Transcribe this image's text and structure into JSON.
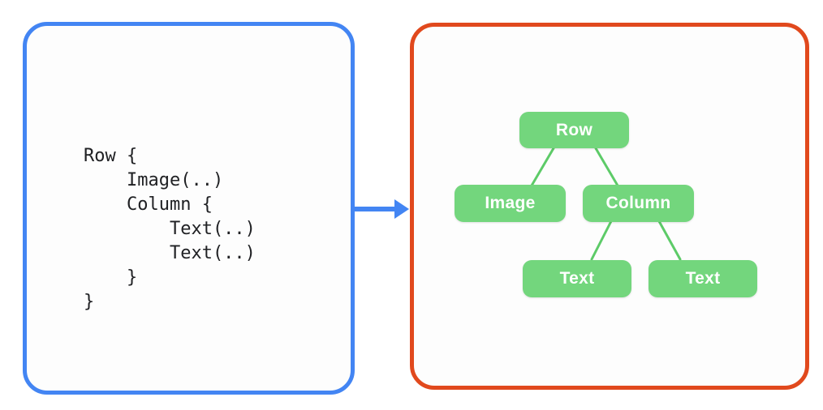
{
  "colors": {
    "code_panel_border": "#4385F3",
    "arrow": "#4385F3",
    "tree_panel_border": "#E1491D",
    "node_fill": "#73D67D",
    "node_text": "#FFFFFF",
    "connector": "#5DCB68",
    "code_text": "#202124",
    "panel_bg": "#FDFDFD",
    "background": "#FFFFFF"
  },
  "arrow": {
    "icon": "arrow-right-icon",
    "direction": "right"
  },
  "code_panel": {
    "lines": [
      "Row {",
      "    Image(..)",
      "    Column {",
      "        Text(..)",
      "        Text(..)",
      "    }",
      "}"
    ]
  },
  "tree_panel": {
    "nodes": [
      {
        "id": "row",
        "label": "Row",
        "parent": null
      },
      {
        "id": "image",
        "label": "Image",
        "parent": "row"
      },
      {
        "id": "column",
        "label": "Column",
        "parent": "row"
      },
      {
        "id": "text-1",
        "label": "Text",
        "parent": "column"
      },
      {
        "id": "text-2",
        "label": "Text",
        "parent": "column"
      }
    ]
  }
}
